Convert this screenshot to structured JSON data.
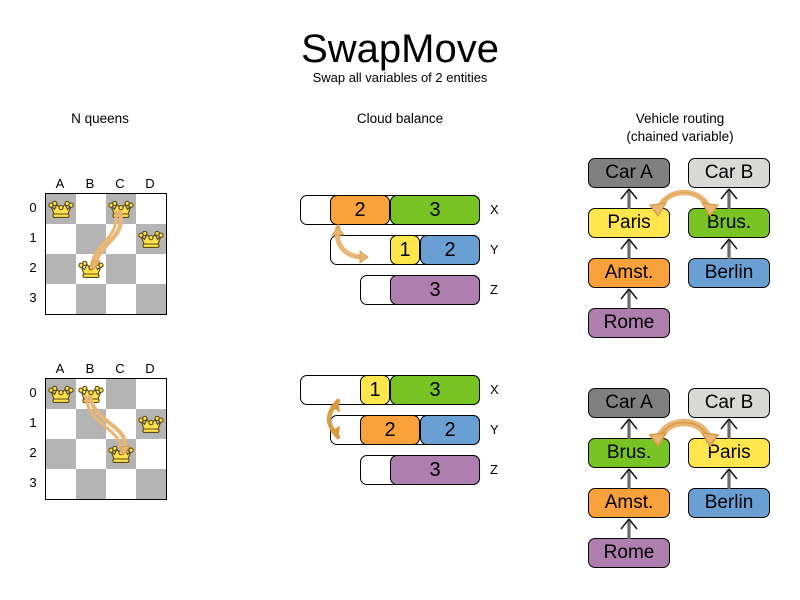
{
  "header": {
    "title": "SwapMove",
    "subtitle": "Swap all variables of 2 entities"
  },
  "columns": {
    "nqueens": "N queens",
    "cloud": "Cloud balance",
    "vehicle_line1": "Vehicle routing",
    "vehicle_line2": "(chained variable)"
  },
  "colors": {
    "orange": "#f9a13a",
    "green": "#79c425",
    "yellow": "#ffe64d",
    "blue": "#6a9fd4",
    "purple": "#ae7eae",
    "gray_dark": "#808080",
    "gray_light": "#d9d9d6",
    "arrow": "#e8b778",
    "arrow_stroke": "#d79a3f",
    "board_dark": "#b4b4b4",
    "board_light": "#ffffff",
    "queen_gold": "#ffe14d"
  },
  "nqueens": {
    "files": [
      "A",
      "B",
      "C",
      "D"
    ],
    "ranks": [
      "0",
      "1",
      "2",
      "3"
    ],
    "before": {
      "queens": [
        {
          "file": 0,
          "rank": 0
        },
        {
          "file": 2,
          "rank": 0
        },
        {
          "file": 3,
          "rank": 1
        },
        {
          "file": 1,
          "rank": 2
        }
      ],
      "swap_from": {
        "file": 2,
        "rank": 0
      },
      "swap_to": {
        "file": 1,
        "rank": 2
      }
    },
    "after": {
      "queens": [
        {
          "file": 0,
          "rank": 0
        },
        {
          "file": 1,
          "rank": 0
        },
        {
          "file": 3,
          "rank": 1
        },
        {
          "file": 2,
          "rank": 2
        }
      ],
      "swap_from": {
        "file": 1,
        "rank": 0
      },
      "swap_to": {
        "file": 2,
        "rank": 2
      }
    }
  },
  "cloud": {
    "before": {
      "rows": [
        {
          "label": "X",
          "segments": [
            {
              "value": "2",
              "color": "#f9a13a",
              "units": 2
            },
            {
              "value": "3",
              "color": "#79c425",
              "units": 3
            }
          ],
          "free_units": 1
        },
        {
          "label": "Y",
          "segments": [
            {
              "value": "1",
              "color": "#ffe64d",
              "units": 1
            },
            {
              "value": "2",
              "color": "#6a9fd4",
              "units": 2
            }
          ],
          "free_units": 2
        },
        {
          "label": "Z",
          "segments": [
            {
              "value": "3",
              "color": "#ae7eae",
              "units": 3
            }
          ],
          "free_units": 1
        }
      ]
    },
    "after": {
      "rows": [
        {
          "label": "X",
          "segments": [
            {
              "value": "1",
              "color": "#ffe64d",
              "units": 1
            },
            {
              "value": "3",
              "color": "#79c425",
              "units": 3
            }
          ],
          "free_units": 2
        },
        {
          "label": "Y",
          "segments": [
            {
              "value": "2",
              "color": "#f9a13a",
              "units": 2
            },
            {
              "value": "2",
              "color": "#6a9fd4",
              "units": 2
            }
          ],
          "free_units": 1
        },
        {
          "label": "Z",
          "segments": [
            {
              "value": "3",
              "color": "#ae7eae",
              "units": 3
            }
          ],
          "free_units": 1
        }
      ]
    }
  },
  "vehicle": {
    "before": {
      "left_chain": [
        "Car A",
        "Paris",
        "Amst.",
        "Rome"
      ],
      "right_chain": [
        "Car B",
        "Brus.",
        "Berlin"
      ],
      "left_colors": [
        "#808080",
        "#ffe64d",
        "#f9a13a",
        "#ae7eae"
      ],
      "right_colors": [
        "#d9d9d6",
        "#79c425",
        "#6a9fd4"
      ],
      "swap_pair": [
        "Paris",
        "Brus."
      ]
    },
    "after": {
      "left_chain": [
        "Car A",
        "Brus.",
        "Amst.",
        "Rome"
      ],
      "right_chain": [
        "Car B",
        "Paris",
        "Berlin"
      ],
      "left_colors": [
        "#808080",
        "#79c425",
        "#f9a13a",
        "#ae7eae"
      ],
      "right_colors": [
        "#d9d9d6",
        "#ffe64d",
        "#6a9fd4"
      ],
      "swap_pair": [
        "Brus.",
        "Paris"
      ]
    }
  }
}
